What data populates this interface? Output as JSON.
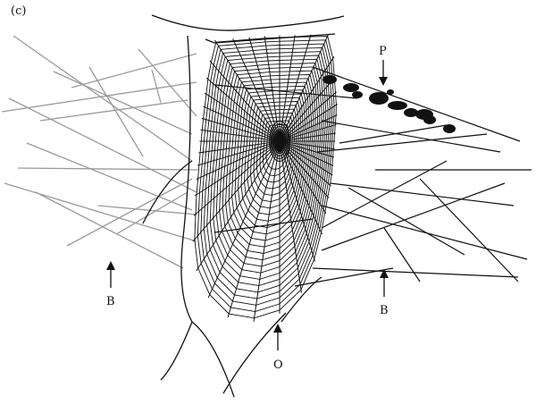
{
  "figure": {
    "panel_label": "(c)",
    "labels": {
      "p": "P",
      "b_left": "B",
      "b_right": "B",
      "o": "O"
    }
  },
  "style": {
    "ink_color": "#111111",
    "gray_thread_color": "#9a9a9a",
    "background": "#ffffff"
  }
}
